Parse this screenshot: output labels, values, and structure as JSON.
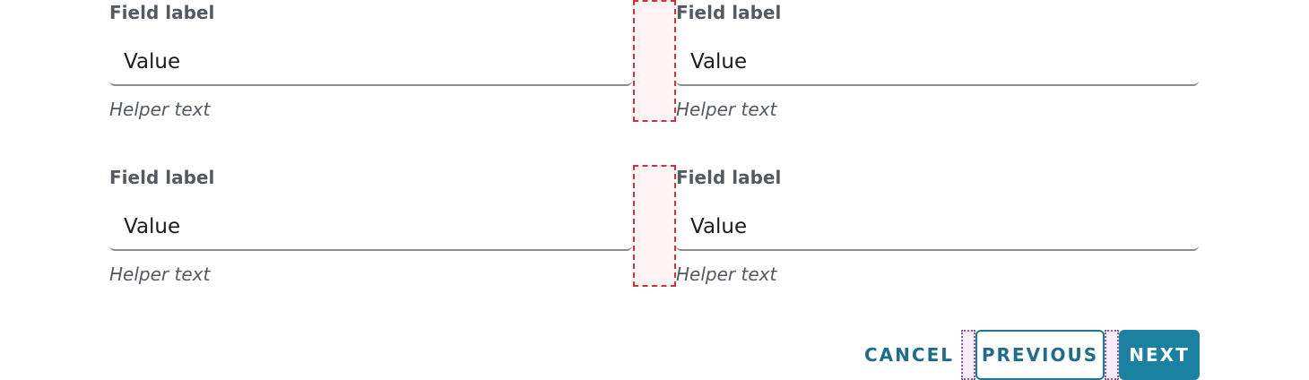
{
  "form": {
    "rows": [
      {
        "left": {
          "label": "Field label",
          "value": "Value",
          "helper": "Helper text"
        },
        "right": {
          "label": "Field label",
          "value": "Value",
          "helper": "Helper text"
        }
      },
      {
        "left": {
          "label": "Field label",
          "value": "Value",
          "helper": "Helper text"
        },
        "right": {
          "label": "Field label",
          "value": "Value",
          "helper": "Helper text"
        }
      }
    ]
  },
  "actions": {
    "cancel_label": "CANCEL",
    "previous_label": "PREVIOUS",
    "next_label": "NEXT"
  },
  "colors": {
    "primary": "#1a82a0",
    "primary_text": "#1c6e8c",
    "label_text": "#555a60",
    "input_border": "#8a8d91",
    "gutter_outline": "#d0353f",
    "spacer_outline": "#8a5a9c"
  }
}
